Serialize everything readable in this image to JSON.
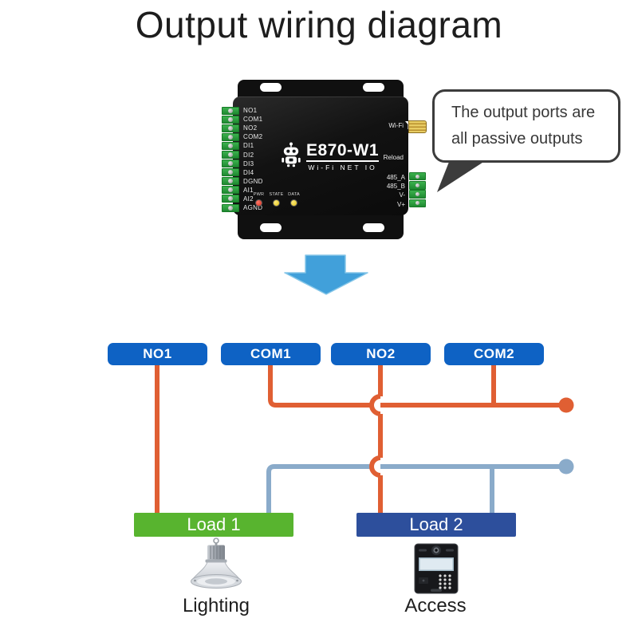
{
  "title": "Output wiring diagram",
  "device": {
    "model": "E870-W1",
    "subtitle": "Wi-Fi NET IO",
    "left_terminals": [
      "NO1",
      "COM1",
      "NO2",
      "COM2",
      "DI1",
      "DI2",
      "DI3",
      "DI4",
      "DGND",
      "AI1",
      "AI2",
      "AGND"
    ],
    "led_labels": [
      "PWR",
      "STATE",
      "DATA"
    ],
    "wifi_label": "Wi-Fi",
    "reload_label": "Reload",
    "right_terminals": [
      "485_A",
      "485_B",
      "V-",
      "V+"
    ]
  },
  "callout": {
    "line1": "The output ports are",
    "line2": "all passive outputs"
  },
  "ports": [
    "NO1",
    "COM1",
    "NO2",
    "COM2"
  ],
  "loads": [
    {
      "label": "Load 1",
      "caption": "Lighting"
    },
    {
      "label": "Load 2",
      "caption": "Access"
    }
  ],
  "colors": {
    "port_box_blue": "#0e62c4",
    "load1_green": "#58b42f",
    "load2_navy": "#2d4f9c",
    "wire_orange": "#e05f33",
    "wire_blue": "#8aabca",
    "arrow_blue": "#41a0da",
    "led_pwr_red": "#d92c1c",
    "led_yellow": "#e6c414",
    "terminal_green": "#2f9e41",
    "antenna_gold": "#d9b24a"
  }
}
